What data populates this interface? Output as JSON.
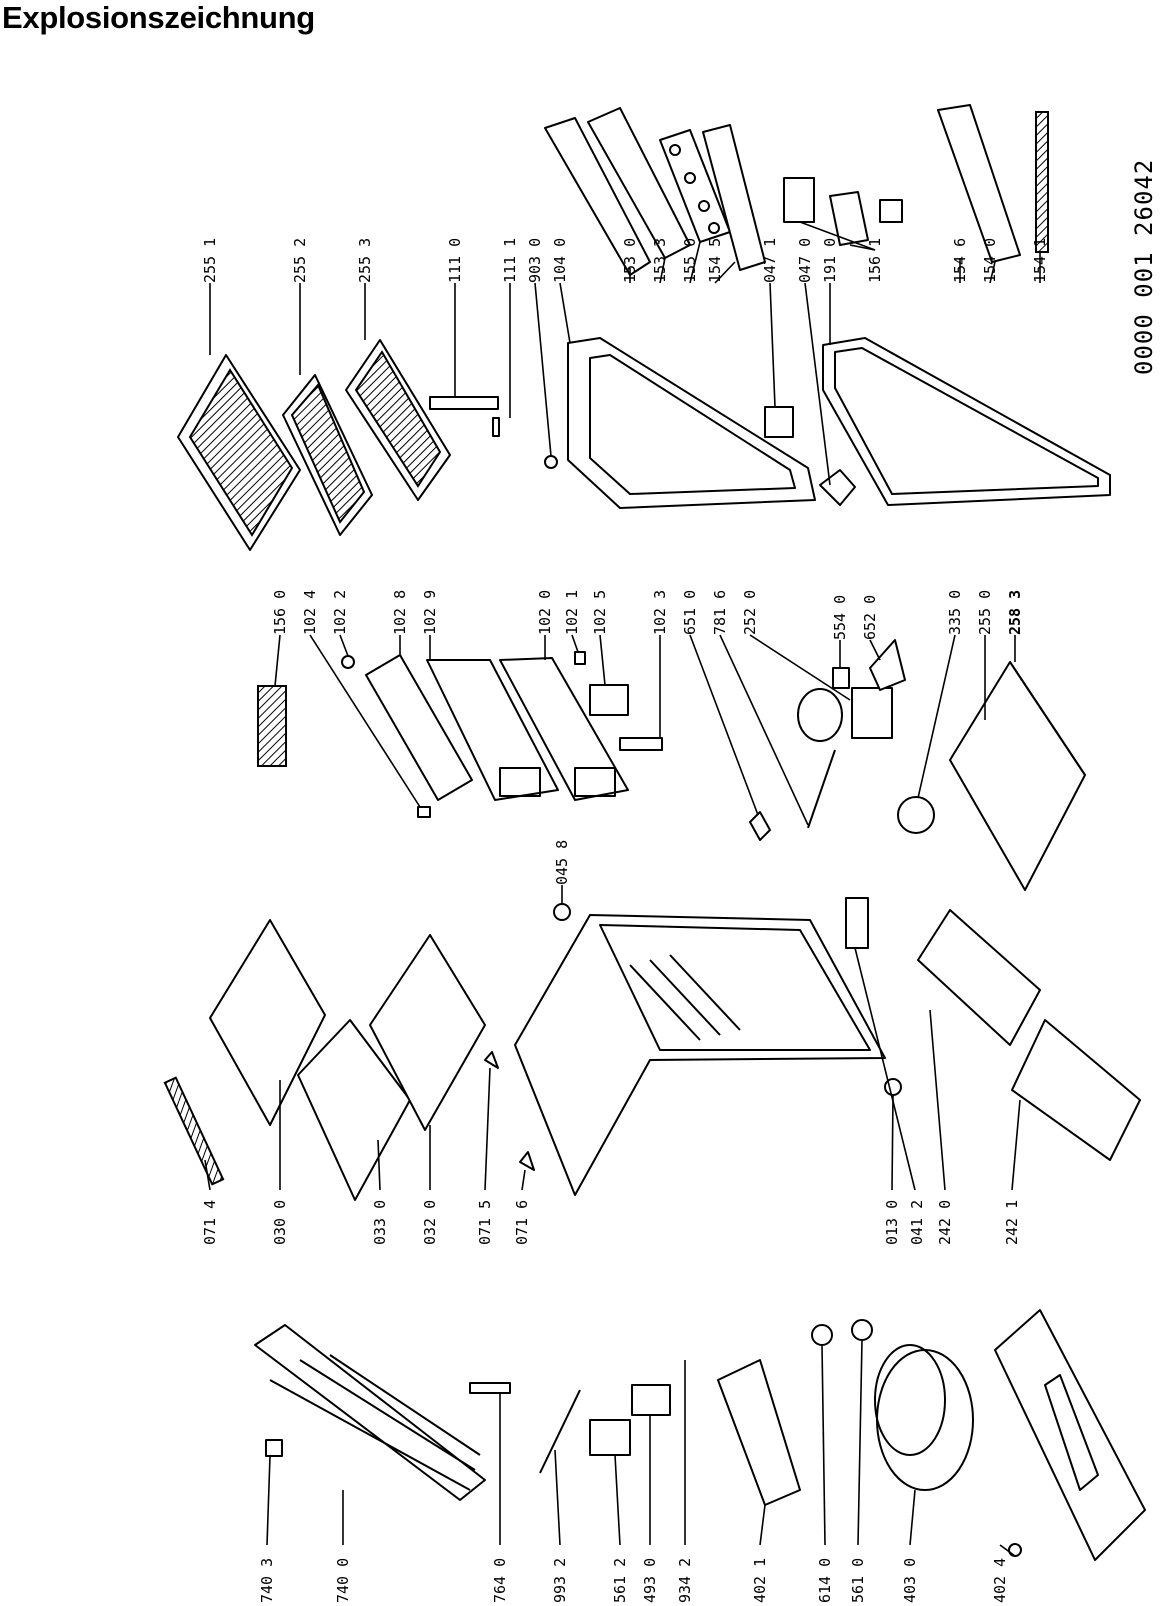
{
  "title": "Explosionszeichnung",
  "document_number": "0000 001 26042",
  "labels": {
    "c1": [
      "740 3",
      "740 0",
      "764 0",
      "993 2",
      "561 2",
      "493 0",
      "934 2",
      "402 1",
      "614 0",
      "561 0",
      "403 0",
      "402 4"
    ],
    "c2a": [
      "071 4",
      "030 0",
      "033 0",
      "032 0",
      "071 5",
      "071 6"
    ],
    "c2b": [
      "013 0",
      "041 2",
      "242 0",
      "242 1"
    ],
    "c2c": [
      "045 8"
    ],
    "c3": [
      "156 0",
      "102 4",
      "102 2",
      "102 8",
      "102 9",
      "102 0",
      "102 1",
      "102 5",
      "102 3",
      "651 0",
      "781 6",
      "252 0",
      "554 0",
      "652 0",
      "335 0",
      "255 0",
      "258 3"
    ],
    "c4": [
      "255 1",
      "255 2",
      "255 3",
      "111 0",
      "111 1",
      "903 0",
      "104 0",
      "153 0",
      "153 3",
      "155 0",
      "154 5",
      "047 1",
      "047 0",
      "191 0",
      "156 1",
      "154 6",
      "154 0",
      "154 1"
    ]
  }
}
